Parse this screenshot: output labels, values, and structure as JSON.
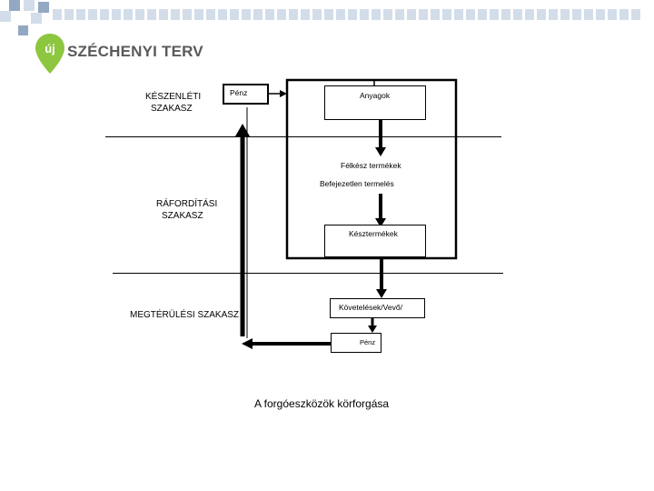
{
  "logo": {
    "symbol": "új",
    "name": "SZÉCHENYI TERV",
    "color": "#8dc63f"
  },
  "phases": {
    "keszenleti": [
      "KÉSZENLÉTI",
      "SZAKASZ"
    ],
    "raforditasi": [
      "RÁFORDÍTÁSI",
      "SZAKASZ"
    ],
    "megterulesi": "MEGTÉRÜLÉSI SZAKASZ"
  },
  "boxes": {
    "penz_top": "Pénz",
    "anyagok": "Anyagok",
    "felkesz": "Félkész termékek",
    "befejezetlen": "Befejezetlen termelés",
    "kesztermekek": "Késztermékek",
    "kovetelesek": "Követelések/Vevő/",
    "penz_bottom": "Pénz"
  },
  "title": "A forgóeszközök körforgása",
  "colors": {
    "square_dark": "#93a8c2",
    "square_light": "#d3dde9"
  }
}
